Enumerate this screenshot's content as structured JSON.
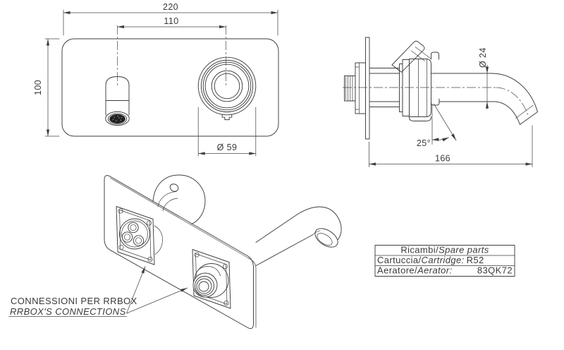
{
  "front_view": {
    "dim_total_width": "220",
    "dim_spout_to_handle": "110",
    "dim_height": "100",
    "dim_handle_diameter": "Ø 59"
  },
  "side_view": {
    "dim_spout_diameter": "Ø 24",
    "dim_spout_angle": "25°",
    "dim_projection": "166"
  },
  "iso_view": {
    "label_line1": "CONNESSIONI PER RRBOX",
    "label_line2": "RRBOX'S CONNECTIONS"
  },
  "parts_table": {
    "header_label": "Ricambi/",
    "header_label_en": "Spare parts",
    "rows": [
      {
        "label": "Cartuccia/",
        "label_en": "Cartridge:",
        "value": "R52"
      },
      {
        "label": "Aeratore/",
        "label_en": "Aerator:",
        "value": "83QK72"
      }
    ]
  }
}
